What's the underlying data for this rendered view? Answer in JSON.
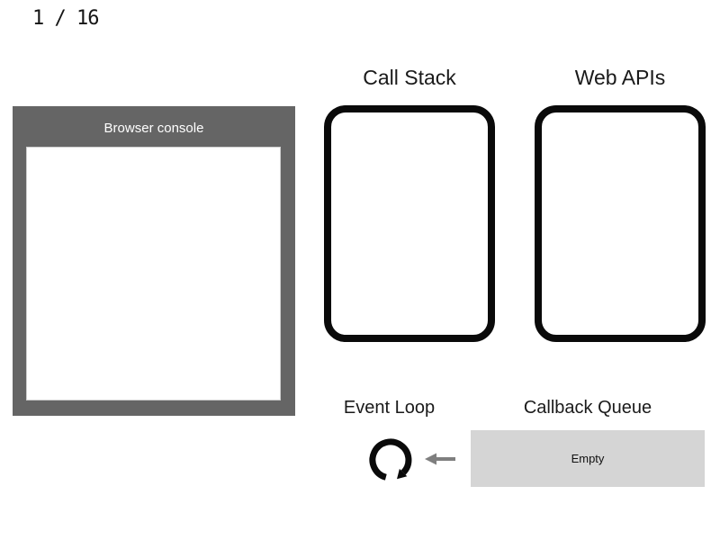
{
  "slide": {
    "counter": "1 / 16"
  },
  "browser_console": {
    "title": "Browser console"
  },
  "call_stack": {
    "label": "Call Stack"
  },
  "web_apis": {
    "label": "Web APIs"
  },
  "event_loop": {
    "label": "Event Loop",
    "icon": "clockwise-loop-arrow-icon"
  },
  "callback_queue": {
    "label": "Callback Queue",
    "status": "Empty",
    "icon": "left-arrow-icon"
  },
  "colors": {
    "background": "#ffffff",
    "console_frame_gray": "#656565",
    "console_title_text": "#ffffff",
    "panel_border_black": "#0a0a0a",
    "queue_fill_gray": "#d5d5d5",
    "arrow_gray": "#7f7f7f",
    "label_text": "#1a1a1a"
  }
}
